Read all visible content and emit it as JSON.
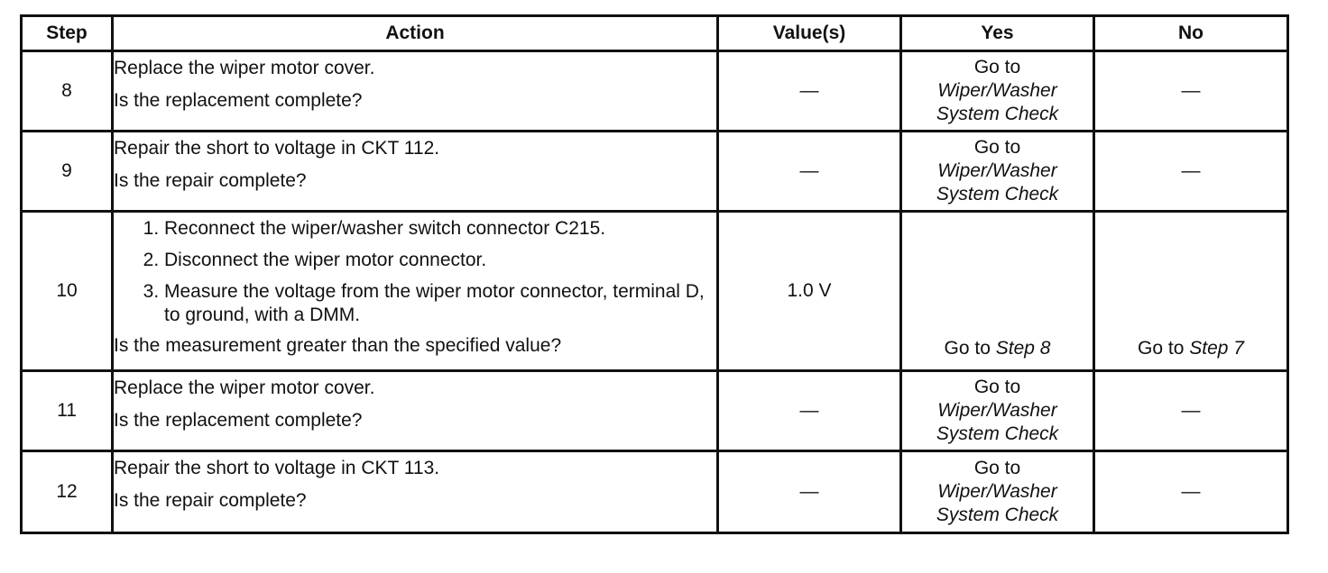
{
  "headers": {
    "step": "Step",
    "action": "Action",
    "values": "Value(s)",
    "yes": "Yes",
    "no": "No"
  },
  "rows": [
    {
      "step": "8",
      "action_line": "Replace the wiper motor cover.",
      "question": "Is the replacement complete?",
      "value": "—",
      "yes_lines": [
        "Go to",
        "Wiper/Washer",
        "System Check"
      ],
      "no": "—"
    },
    {
      "step": "9",
      "action_line": "Repair the short to voltage in CKT 112.",
      "question": "Is the repair complete?",
      "value": "—",
      "yes_lines": [
        "Go to",
        "Wiper/Washer",
        "System Check"
      ],
      "no": "—"
    },
    {
      "step": "10",
      "action_items": [
        "Reconnect the wiper/washer switch connector C215.",
        "Disconnect the wiper motor connector.",
        "Measure the voltage from the wiper motor connector, terminal D, to ground, with a DMM."
      ],
      "question": "Is the measurement greater than the specified value?",
      "value": "1.0 V",
      "yes_prefix": "Go to ",
      "yes_target": "Step 8",
      "no_prefix": "Go to ",
      "no_target": "Step 7"
    },
    {
      "step": "11",
      "action_line": "Replace the wiper motor cover.",
      "question": "Is the replacement complete?",
      "value": "—",
      "yes_lines": [
        "Go to",
        "Wiper/Washer",
        "System Check"
      ],
      "no": "—"
    },
    {
      "step": "12",
      "action_line": "Repair the short to voltage in CKT 113.",
      "question": "Is the repair complete?",
      "value": "—",
      "yes_lines": [
        "Go to",
        "Wiper/Washer",
        "System Check"
      ],
      "no": "—"
    }
  ]
}
